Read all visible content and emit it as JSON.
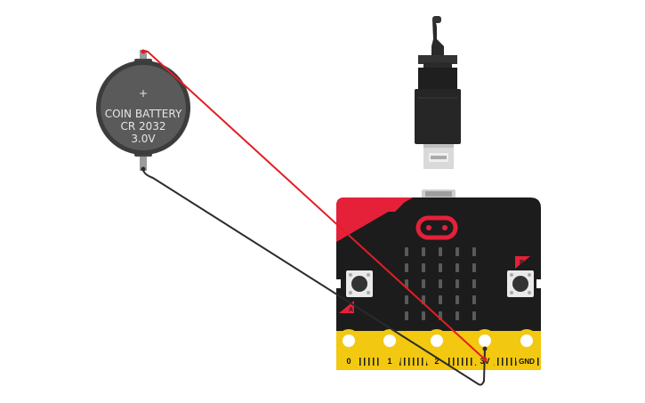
{
  "battery": {
    "plus_sign": "+",
    "line1": "COIN BATTERY",
    "line2": "CR 2032",
    "line3": "3.0V"
  },
  "microbit": {
    "button_a_label": "A",
    "button_b_label": "B",
    "pins": [
      "0",
      "1",
      "2",
      "3V",
      "GND"
    ],
    "led_rows": 5,
    "led_cols": 5
  },
  "colors": {
    "board": "#1c1c1c",
    "accent_red": "#e5213a",
    "gold": "#f2c811",
    "wire_red": "#e21e26",
    "wire_black": "#2b2b2b",
    "battery_body": "#5a5a5a"
  }
}
